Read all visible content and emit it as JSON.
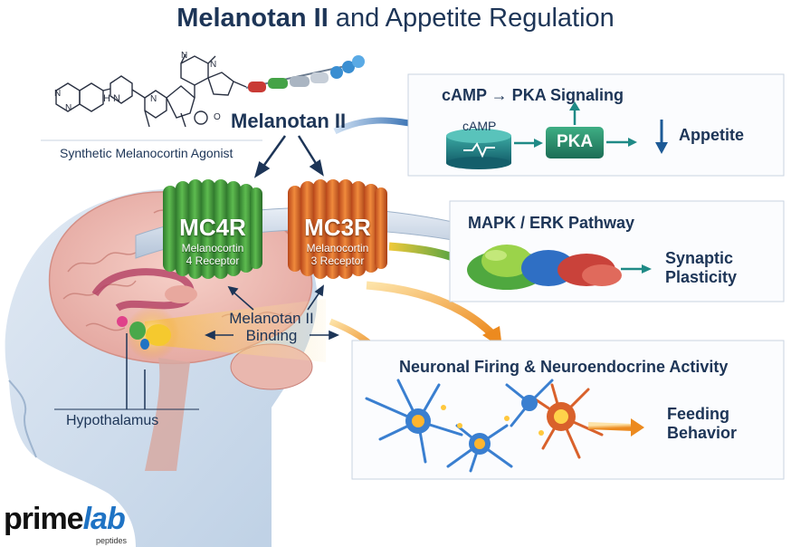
{
  "title": {
    "bold": "Melanotan II",
    "rest": " and Appetite Regulation"
  },
  "molecule": {
    "name": "Melanotan II",
    "caption": "Synthetic Melanocortin Agonist"
  },
  "receptors": [
    {
      "id": "MC4R",
      "name": "MC4R",
      "sub1": "Melanocortin",
      "sub2": "4 Receptor",
      "color": "#3c9a3a"
    },
    {
      "id": "MC3R",
      "name": "MC3R",
      "sub1": "Melanocortin",
      "sub2": "3 Receptor",
      "color": "#e2672a"
    }
  ],
  "binding": {
    "line1": "Melanotan II",
    "line2": "Binding"
  },
  "brain": {
    "region_label": "Hypothalamus"
  },
  "panels": {
    "camp": {
      "title": "cAMP → PKA Signaling",
      "camp_label": "cAMP",
      "pka_label": "PKA",
      "outcome": "Appetite"
    },
    "mapk": {
      "title": "MAPK / ERK Pathway",
      "outcome_line1": "Synaptic",
      "outcome_line2": "Plasticity"
    },
    "neuron": {
      "title": "Neuronal Firing & Neuroendocrine Activity",
      "outcome_line1": "Feeding",
      "outcome_line2": "Behavior"
    }
  },
  "logo": {
    "part1": "prime",
    "part2": "lab",
    "sub": "peptides"
  },
  "colors": {
    "navy": "#1d3557",
    "green": "#3c9a3a",
    "orange": "#e2672a",
    "teal": "#1f8a86",
    "blue_arrow": "#1f5fa8"
  }
}
